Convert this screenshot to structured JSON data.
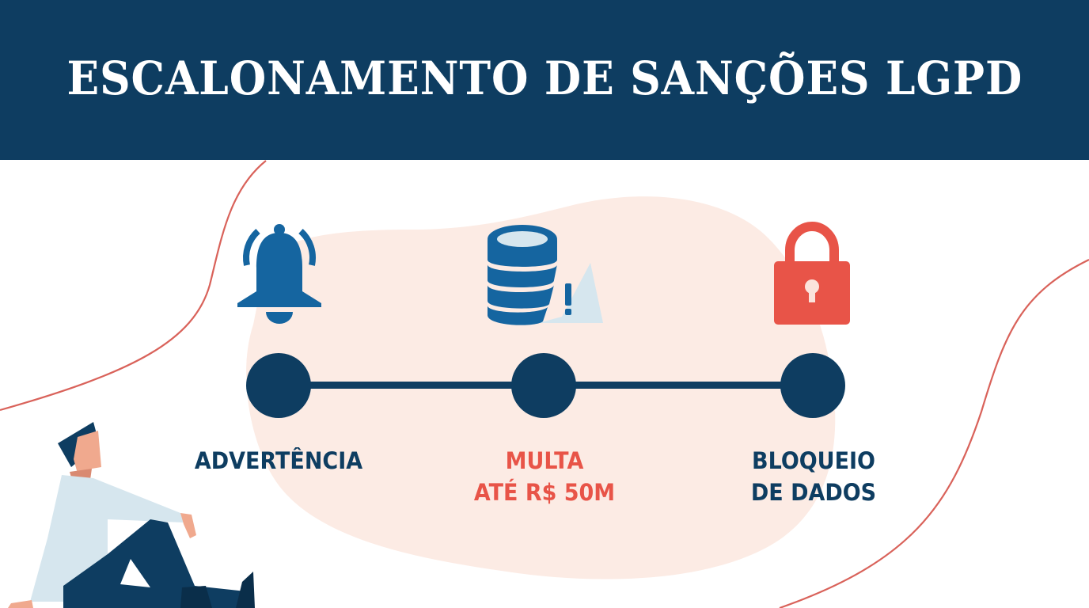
{
  "header": {
    "title": "ESCALONAMENTO DE SANÇÕES LGPD"
  },
  "colors": {
    "navy": "#0e3d61",
    "icon_blue": "#1565a0",
    "red": "#e85448",
    "blob": "#fcebe4",
    "curve": "#d9625a",
    "shirt": "#d6e6ee",
    "skin": "#f0a98e"
  },
  "timeline": {
    "steps": [
      {
        "icon": "bell-alert-icon",
        "label_lines": [
          "ADVERTÊNCIA"
        ],
        "color": "#0e3d61"
      },
      {
        "icon": "database-warning-icon",
        "label_lines": [
          "MULTA",
          "ATÉ R$ 50M"
        ],
        "color": "#e85448"
      },
      {
        "icon": "padlock-icon",
        "label_lines": [
          "BLOQUEIO",
          "DE DADOS"
        ],
        "color": "#0e3d61"
      }
    ]
  }
}
